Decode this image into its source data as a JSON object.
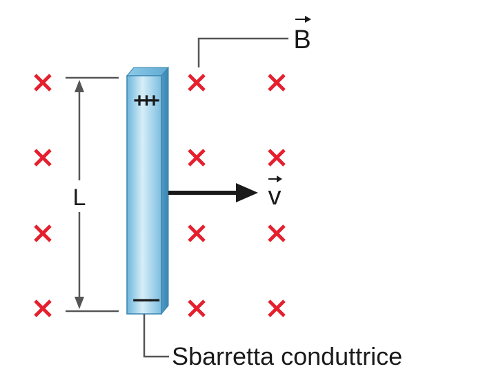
{
  "labels": {
    "length": "L",
    "magnetic_field": "B",
    "velocity": "v",
    "rod": "Sbarretta conduttrice",
    "top_charges": "+++",
    "bottom_charges": "−−−"
  },
  "field": {
    "direction": "into-page",
    "symbol": "×",
    "rows": 4,
    "columns": 3
  },
  "colors": {
    "field_symbol": "#e5202e",
    "rod_fill": "#a8d4ea",
    "rod_edge": "#3a8ab8",
    "lines": "#555555",
    "arrow": "#1a1a1a"
  }
}
